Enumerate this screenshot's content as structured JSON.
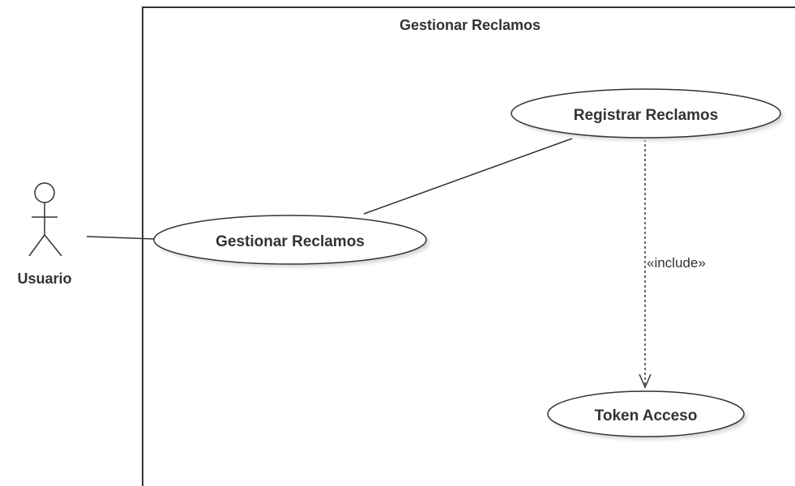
{
  "diagram": {
    "system_boundary": {
      "title": "Gestionar Reclamos"
    },
    "actor": {
      "label": "Usuario"
    },
    "use_cases": [
      {
        "label": "Gestionar Reclamos"
      },
      {
        "label": "Registrar Reclamos"
      },
      {
        "label": "Token Acceso"
      }
    ],
    "relationships": [
      {
        "type": "association",
        "from": "Usuario",
        "to": "Gestionar Reclamos"
      },
      {
        "type": "association",
        "from": "Gestionar Reclamos",
        "to": "Registrar Reclamos"
      },
      {
        "type": "include",
        "label": "«include»",
        "from": "Registrar Reclamos",
        "to": "Token Acceso"
      }
    ],
    "colors": {
      "line": "#333333",
      "shadow": "#d9d9d9",
      "fill": "#ffffff"
    }
  }
}
